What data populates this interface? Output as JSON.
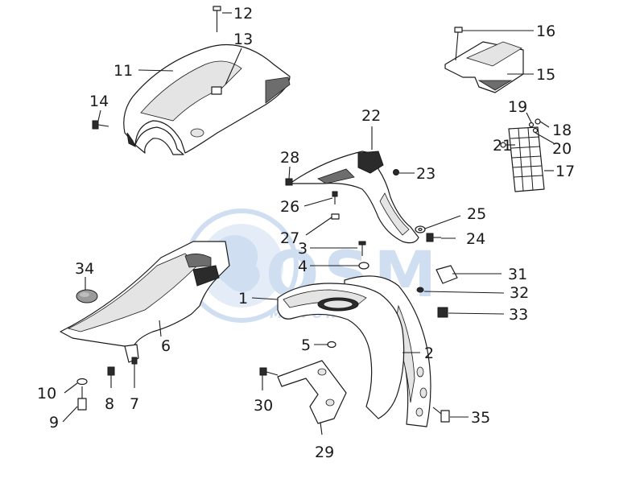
{
  "watermark": {
    "brand": "OSM",
    "tagline": "MOTORPARTS",
    "color": "#a9c6e6"
  },
  "callouts": [
    "1",
    "2",
    "3",
    "4",
    "5",
    "6",
    "7",
    "8",
    "9",
    "10",
    "11",
    "12",
    "13",
    "14",
    "15",
    "16",
    "17",
    "18",
    "19",
    "20",
    "21",
    "22",
    "23",
    "24",
    "25",
    "26",
    "27",
    "28",
    "29",
    "30",
    "31",
    "32",
    "33",
    "34",
    "35"
  ]
}
